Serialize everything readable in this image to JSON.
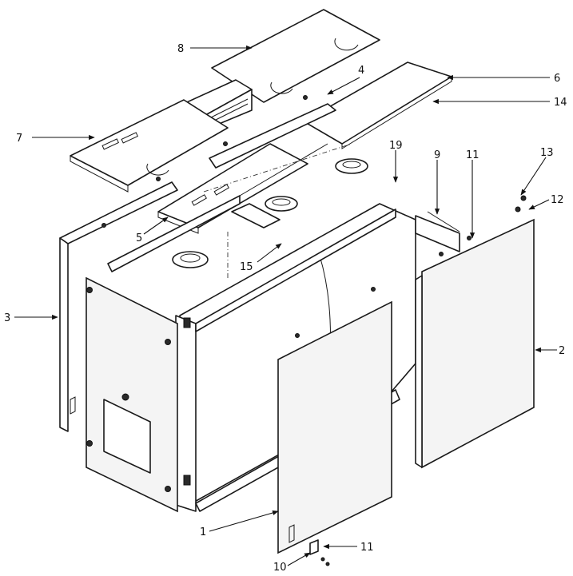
{
  "callouts": [
    {
      "id": "1",
      "text": "1"
    },
    {
      "id": "2",
      "text": "2"
    },
    {
      "id": "3",
      "text": "3"
    },
    {
      "id": "4",
      "text": "4"
    },
    {
      "id": "5",
      "text": "5"
    },
    {
      "id": "6",
      "text": "6"
    },
    {
      "id": "7",
      "text": "7"
    },
    {
      "id": "8",
      "text": "8"
    },
    {
      "id": "9",
      "text": "9"
    },
    {
      "id": "10",
      "text": "10"
    },
    {
      "id": "11a",
      "text": "11"
    },
    {
      "id": "11b",
      "text": "11"
    },
    {
      "id": "12",
      "text": "12"
    },
    {
      "id": "13",
      "text": "13"
    },
    {
      "id": "14",
      "text": "14"
    },
    {
      "id": "15",
      "text": "15"
    },
    {
      "id": "19",
      "text": "19"
    }
  ],
  "colors": {
    "line": "#1a1a1a",
    "background": "#ffffff"
  }
}
